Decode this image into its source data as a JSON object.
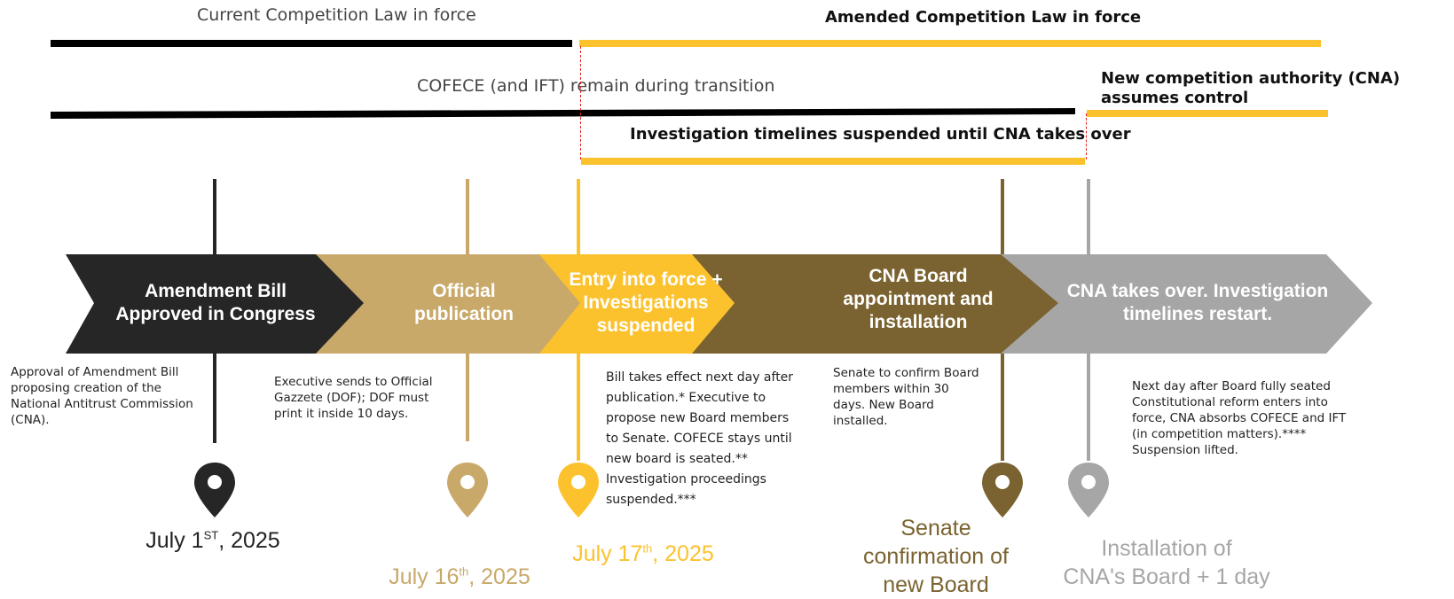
{
  "header": {
    "current_law": "Current Competition Law in force",
    "amended_law": "Amended Competition Law in force",
    "cofece_transition": "COFECE (and IFT) remain during transition",
    "cna_assumes": "New competition authority (CNA) assumes control",
    "suspended_timelines": "Investigation timelines suspended until CNA takes over"
  },
  "colors": {
    "black": "#262626",
    "tan": "#c8a96a",
    "yellow": "#fcc22e",
    "brown": "#7a6330",
    "gray": "#a6a6a6"
  },
  "stages": [
    {
      "label_line1": "Amendment Bill",
      "label_line2": "Approved in Congress",
      "label_line3": ""
    },
    {
      "label_line1": "Official",
      "label_line2": "publication",
      "label_line3": ""
    },
    {
      "label_line1": "Entry into force +",
      "label_line2": "Investigations",
      "label_line3": "suspended"
    },
    {
      "label_line1": "CNA Board",
      "label_line2": "appointment and",
      "label_line3": "installation"
    },
    {
      "label_line1": "CNA takes over. Investigation",
      "label_line2": "timelines restart.",
      "label_line3": ""
    }
  ],
  "descriptions": [
    "Approval of Amendment Bill\nproposing creation of the\nNational Antitrust Commission\n(CNA).",
    "Executive sends to Official\nGazzete (DOF); DOF must\nprint it inside 10 days.",
    "Bill takes effect next day after\npublication.* Executive to\npropose new Board members\nto Senate. COFECE stays until\nnew board is seated.**\nInvestigation proceedings\nsuspended.***",
    "Senate to confirm Board\nmembers within 30\ndays. New Board\ninstalled.",
    "Next day after Board fully seated\nConstitutional reform enters into\nforce, CNA absorbs COFECE and IFT\n(in competition matters).****\nSuspension lifted."
  ],
  "dates": [
    {
      "main": "July 1",
      "sup": "ST",
      "tail": ", 2025"
    },
    {
      "main": "July 16",
      "sup": "th",
      "tail": ", 2025"
    },
    {
      "main": "July 17",
      "sup": "th",
      "tail": ", 2025"
    },
    {
      "line1": "Senate",
      "line2": "confirmation of",
      "line3": "new Board"
    },
    {
      "line1": "Installation of",
      "line2": "CNA's Board + 1 day"
    }
  ]
}
